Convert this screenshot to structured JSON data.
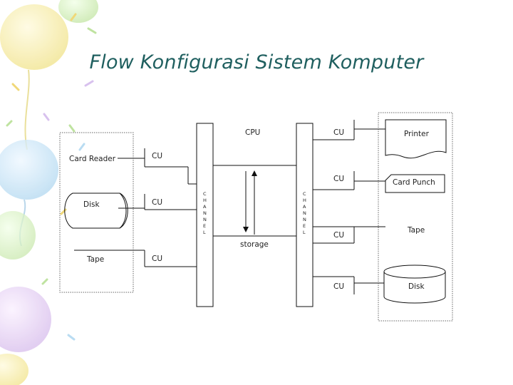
{
  "title": "Flow Konfigurasi Sistem Komputer",
  "diagram": {
    "input_devices": {
      "card_reader": "Card Reader",
      "disk": "Disk",
      "tape": "Tape"
    },
    "input_cus": [
      "CU",
      "CU",
      "CU"
    ],
    "channel_left": [
      "C",
      "H",
      "A",
      "N",
      "N",
      "E",
      "L"
    ],
    "channel_right": [
      "C",
      "H",
      "A",
      "N",
      "N",
      "E",
      "L"
    ],
    "cpu": "CPU",
    "storage": "storage",
    "output_cus": [
      "CU",
      "CU",
      "CU",
      "CU"
    ],
    "output_devices": {
      "printer": "Printer",
      "card_punch": "Card Punch",
      "tape": "Tape",
      "disk": "Disk"
    }
  }
}
